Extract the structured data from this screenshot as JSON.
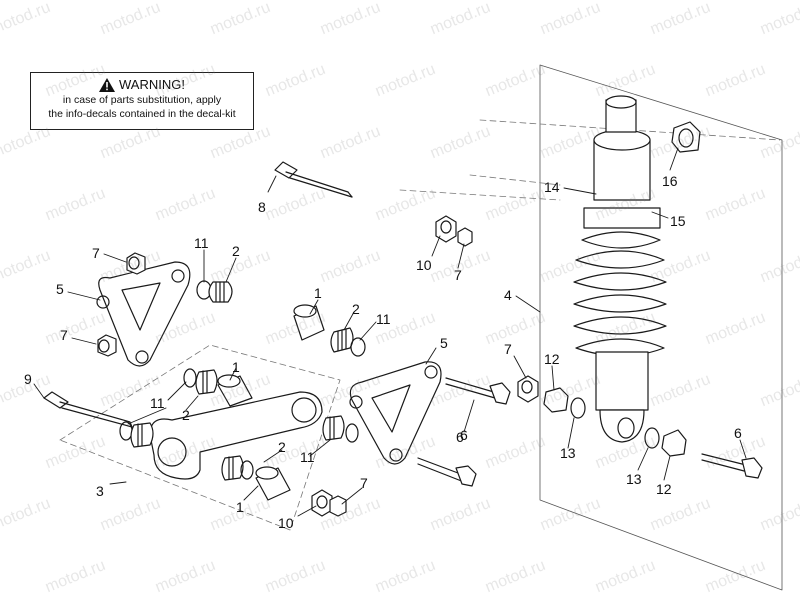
{
  "warning": {
    "title": "WARNING!",
    "line1": "in case of parts substitution, apply",
    "line2": "the info-decals contained in the decal-kit",
    "icon": "warning-triangle-icon"
  },
  "watermark": "motod.ru",
  "callouts": [
    {
      "id": "c8",
      "label": "8"
    },
    {
      "id": "c7a",
      "label": "7"
    },
    {
      "id": "c11a",
      "label": "11"
    },
    {
      "id": "c2a",
      "label": "2"
    },
    {
      "id": "c5a",
      "label": "5"
    },
    {
      "id": "c7b",
      "label": "7"
    },
    {
      "id": "c9",
      "label": "9"
    },
    {
      "id": "c1a",
      "label": "1"
    },
    {
      "id": "c11b",
      "label": "11"
    },
    {
      "id": "c2b",
      "label": "2"
    },
    {
      "id": "c3",
      "label": "3"
    },
    {
      "id": "c1b",
      "label": "1"
    },
    {
      "id": "c2c",
      "label": "2"
    },
    {
      "id": "c11c",
      "label": "11"
    },
    {
      "id": "c1c",
      "label": "1"
    },
    {
      "id": "c2d",
      "label": "2"
    },
    {
      "id": "c11d",
      "label": "11"
    },
    {
      "id": "c10a",
      "label": "10"
    },
    {
      "id": "c7c",
      "label": "7"
    },
    {
      "id": "c5b",
      "label": "5"
    },
    {
      "id": "c6a",
      "label": "6"
    },
    {
      "id": "c10b",
      "label": "10"
    },
    {
      "id": "c7d",
      "label": "7"
    },
    {
      "id": "c7e",
      "label": "7"
    },
    {
      "id": "c12a",
      "label": "12"
    },
    {
      "id": "c13a",
      "label": "13"
    },
    {
      "id": "c4",
      "label": "4"
    },
    {
      "id": "c14",
      "label": "14"
    },
    {
      "id": "c15",
      "label": "15"
    },
    {
      "id": "c16",
      "label": "16"
    },
    {
      "id": "c13b",
      "label": "13"
    },
    {
      "id": "c12b",
      "label": "12"
    },
    {
      "id": "c6b",
      "label": "6"
    },
    {
      "id": "c6c",
      "label": "6"
    }
  ]
}
